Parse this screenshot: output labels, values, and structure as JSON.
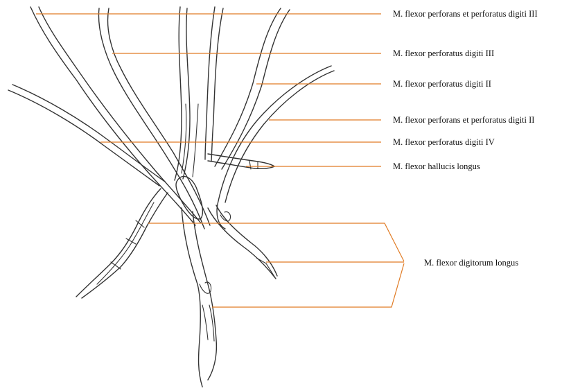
{
  "colors": {
    "leader_line": "#e07b24",
    "drawing_stroke": "#333333",
    "label_text": "#111111",
    "background": "#ffffff"
  },
  "labels": {
    "fpp_digiti_iii": "M. flexor perforans et perforatus digiti III",
    "fp_digiti_iii": "M. flexor perforatus digiti III",
    "fp_digiti_ii": "M. flexor perforatus digiti II",
    "fpp_digiti_ii": "M. flexor perforans et perforatus digiti II",
    "fp_digiti_iv": "M. flexor perforatus digiti IV",
    "hallucis_longus": "M. flexor hallucis longus",
    "digitorum_longus": "M. flexor digitorum longus"
  }
}
